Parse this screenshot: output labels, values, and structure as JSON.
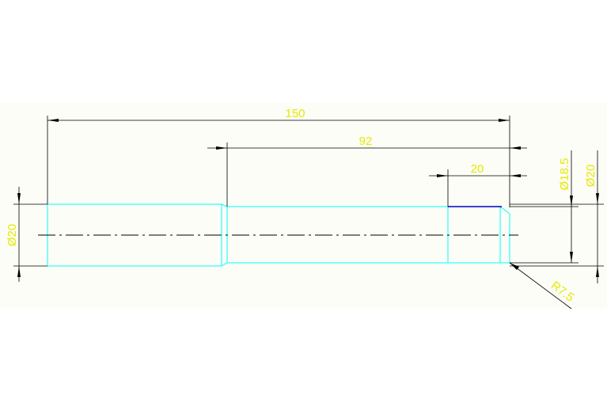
{
  "drawing": {
    "background": "#ffffff",
    "band_color": "#fbfdf6",
    "colors": {
      "part_outline": "#00ffff",
      "dimension_line": "#000000",
      "dimension_text": "#e8e800",
      "centerline": "#000000",
      "chamfer_edge": "#0000c0"
    },
    "dimensions": {
      "overall_length": "150",
      "middle_length": "92",
      "end_length": "20",
      "left_diameter": "Ø20",
      "right_inner_diameter": "Ø18.5",
      "right_outer_diameter": "Ø20",
      "radius": "R7.5"
    }
  }
}
